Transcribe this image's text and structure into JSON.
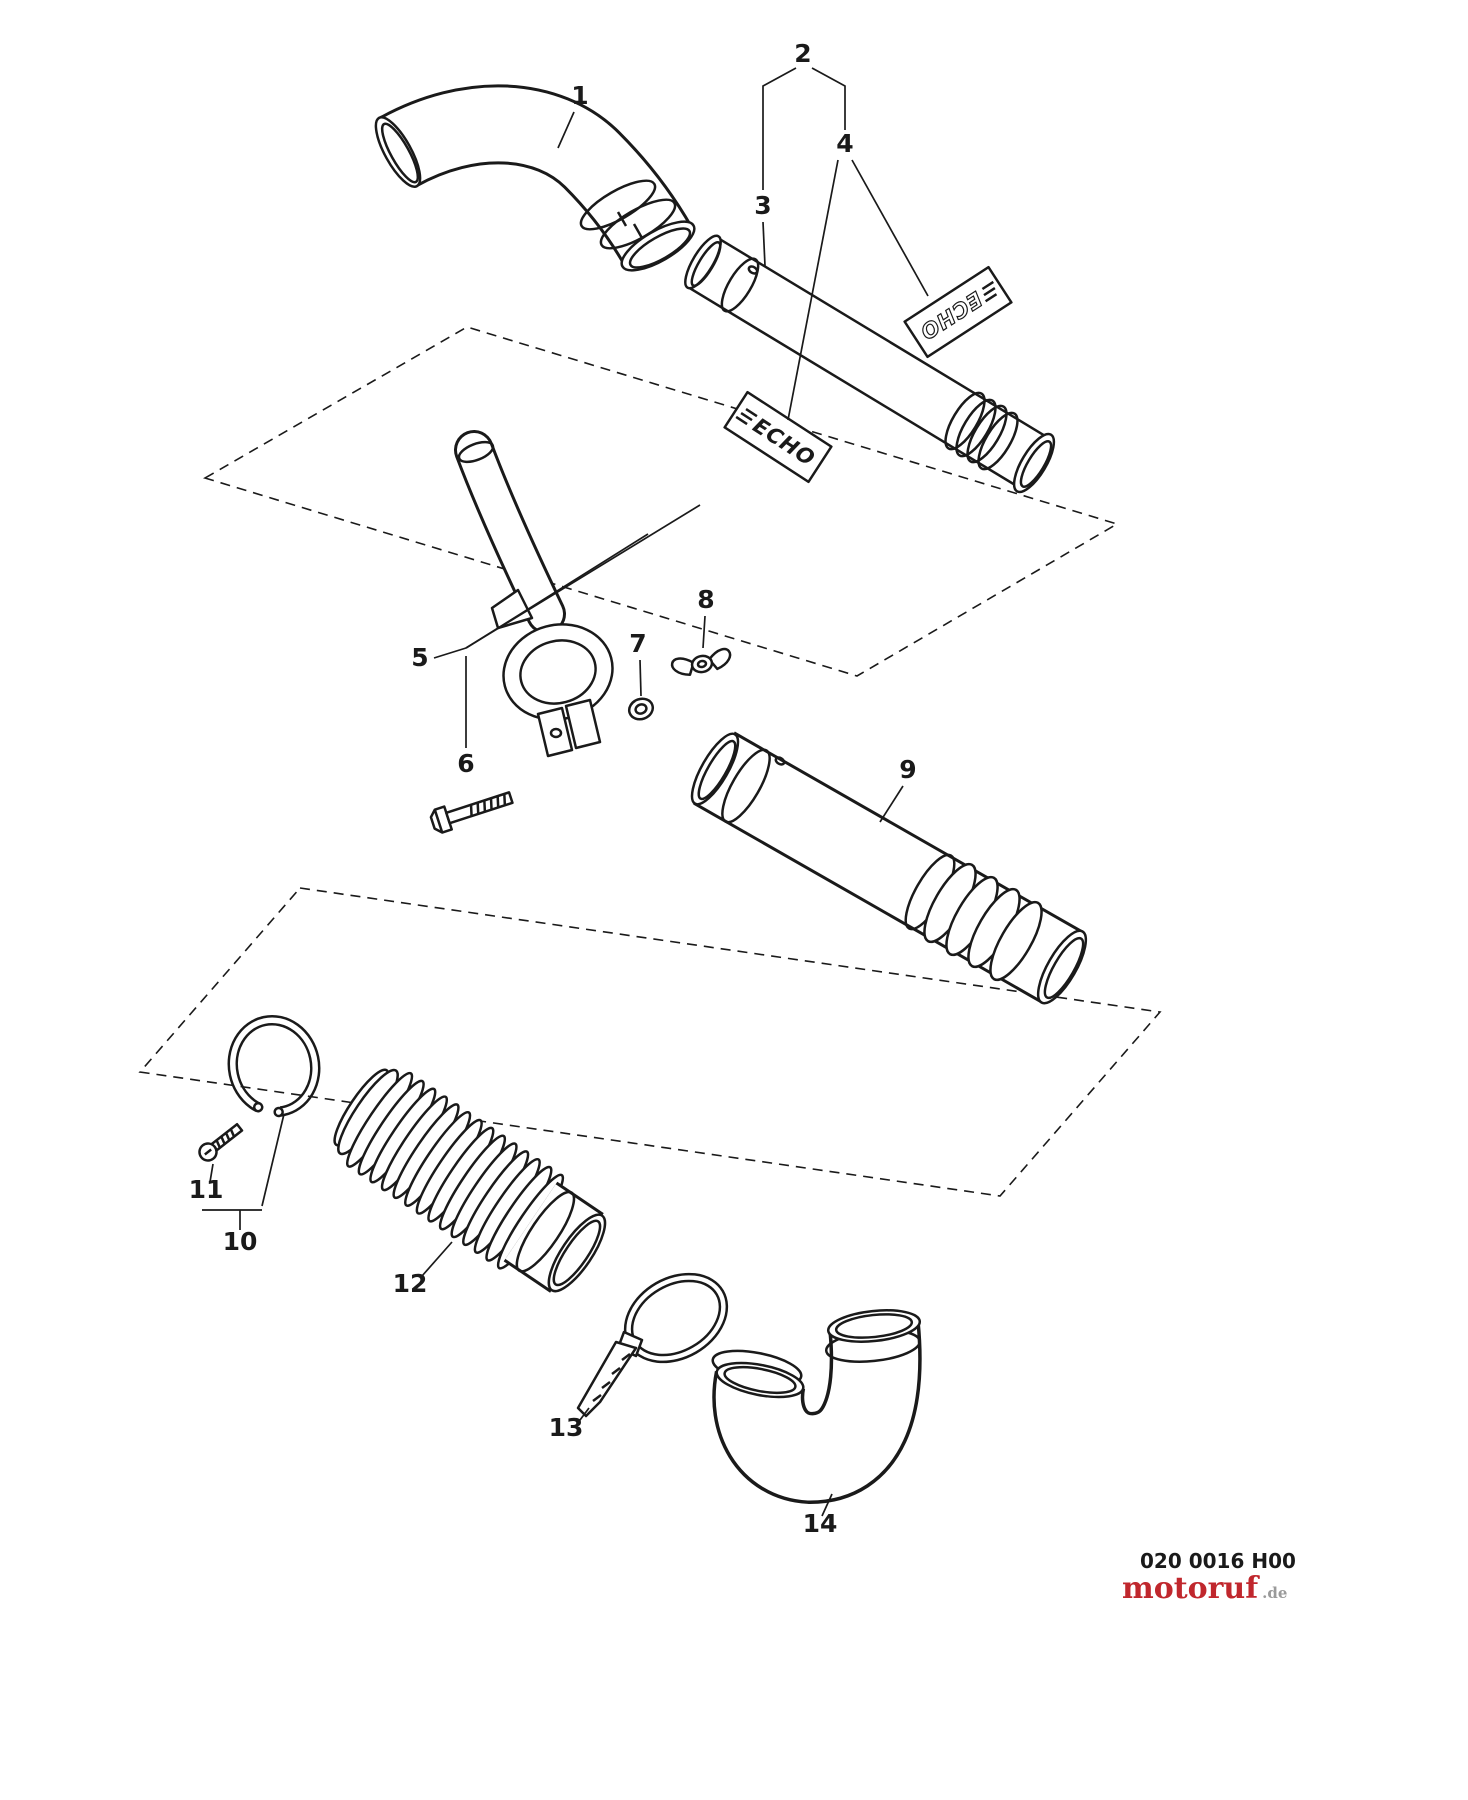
{
  "colors": {
    "ink": "#1a1a1a",
    "red": "#c0272d",
    "gray": "#9a9a9a"
  },
  "callouts": {
    "1": "1",
    "2": "2",
    "3": "3",
    "4": "4",
    "5": "5",
    "6": "6",
    "7": "7",
    "8": "8",
    "9": "9",
    "10": "10",
    "11": "11",
    "12": "12",
    "13": "13",
    "14": "14"
  },
  "decals": {
    "upper": "ECHO",
    "lower": "ECHO"
  },
  "footer": {
    "code": "020 0016 H00",
    "brand": "motoruf",
    "brand_suffix": ".de"
  }
}
